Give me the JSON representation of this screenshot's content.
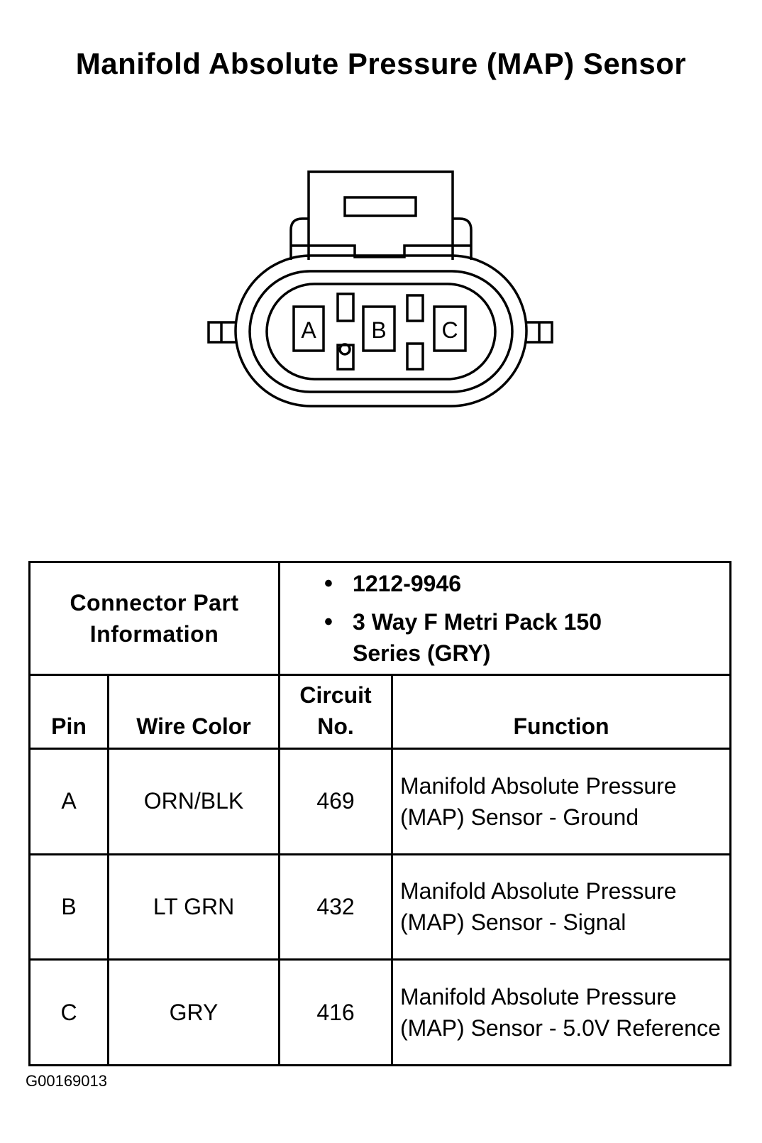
{
  "title": "Manifold Absolute Pressure (MAP) Sensor",
  "connector_view": {
    "terminals": [
      "A",
      "B",
      "C"
    ]
  },
  "connector_info": {
    "label": "Connector Part Information",
    "items": [
      "1212-9946",
      "3 Way F Metri Pack 150 Series (GRY)"
    ]
  },
  "columns": {
    "pin": "Pin",
    "wire_color": "Wire Color",
    "circuit_no": "Circuit No.",
    "function": "Function"
  },
  "rows": [
    {
      "pin": "A",
      "wire_color": "ORN/BLK",
      "circuit_no": "469",
      "function": "Manifold Absolute Pressure (MAP) Sensor - Ground"
    },
    {
      "pin": "B",
      "wire_color": "LT GRN",
      "circuit_no": "432",
      "function": "Manifold Absolute Pressure (MAP) Sensor - Signal"
    },
    {
      "pin": "C",
      "wire_color": "GRY",
      "circuit_no": "416",
      "function": "Manifold Absolute Pressure (MAP) Sensor - 5.0V Reference"
    }
  ],
  "figure_id": "G00169013"
}
